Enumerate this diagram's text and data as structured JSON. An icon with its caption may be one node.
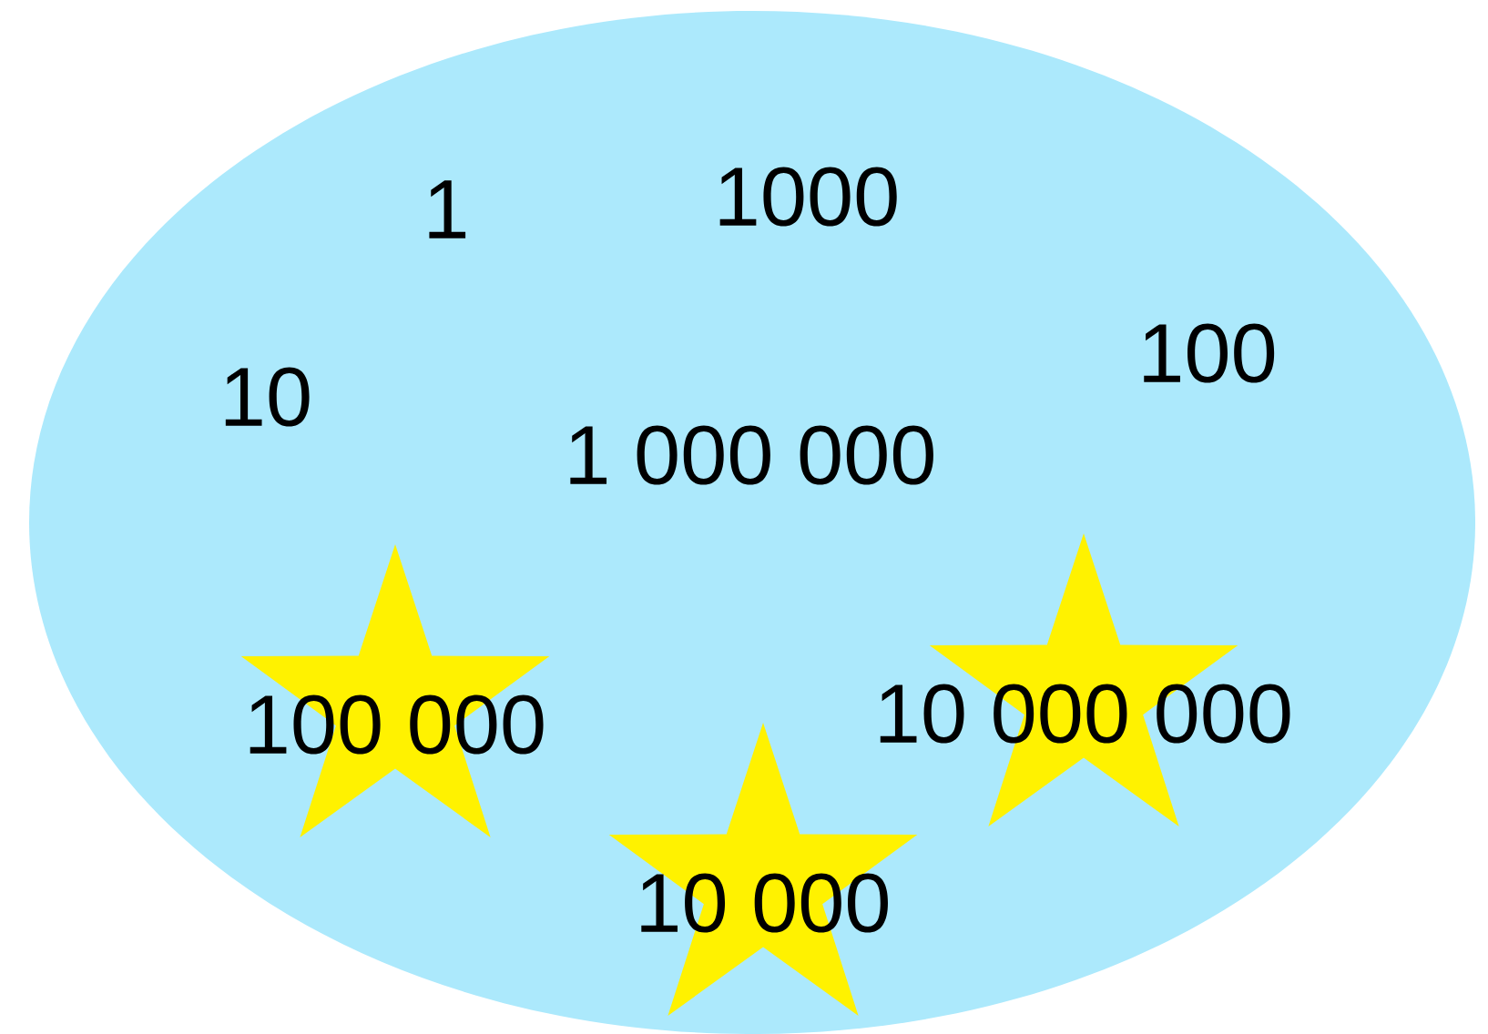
{
  "diagram": {
    "nodes": [
      {
        "text": [],
        "shape": "ellipse"
      },
      {
        "text": [
          "100 000"
        ],
        "in": 0
      },
      {
        "text": [
          "10 000 000"
        ],
        "in": 0
      },
      {
        "text": [
          "10 000"
        ],
        "in": 0
      }
    ],
    "labels": [
      "1",
      "1000",
      "10",
      "100",
      "1 000 000"
    ]
  }
}
